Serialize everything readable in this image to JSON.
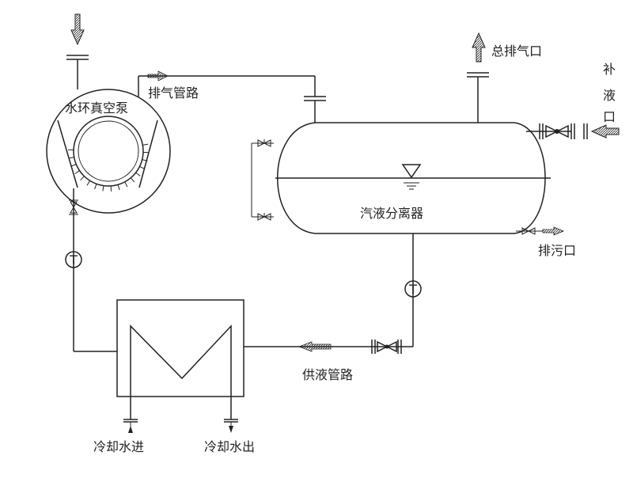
{
  "labels": {
    "pump": "水环真空泵",
    "exhaust_pipe": "排气管路",
    "main_exhaust": "总排气口",
    "makeup": [
      "补",
      "液",
      "口"
    ],
    "separator": "汽液分离器",
    "drain": "排污口",
    "supply_pipe": "供液管路",
    "cooling_in": "冷却水进",
    "cooling_out": "冷却水出",
    "temp_symbol": "T"
  }
}
